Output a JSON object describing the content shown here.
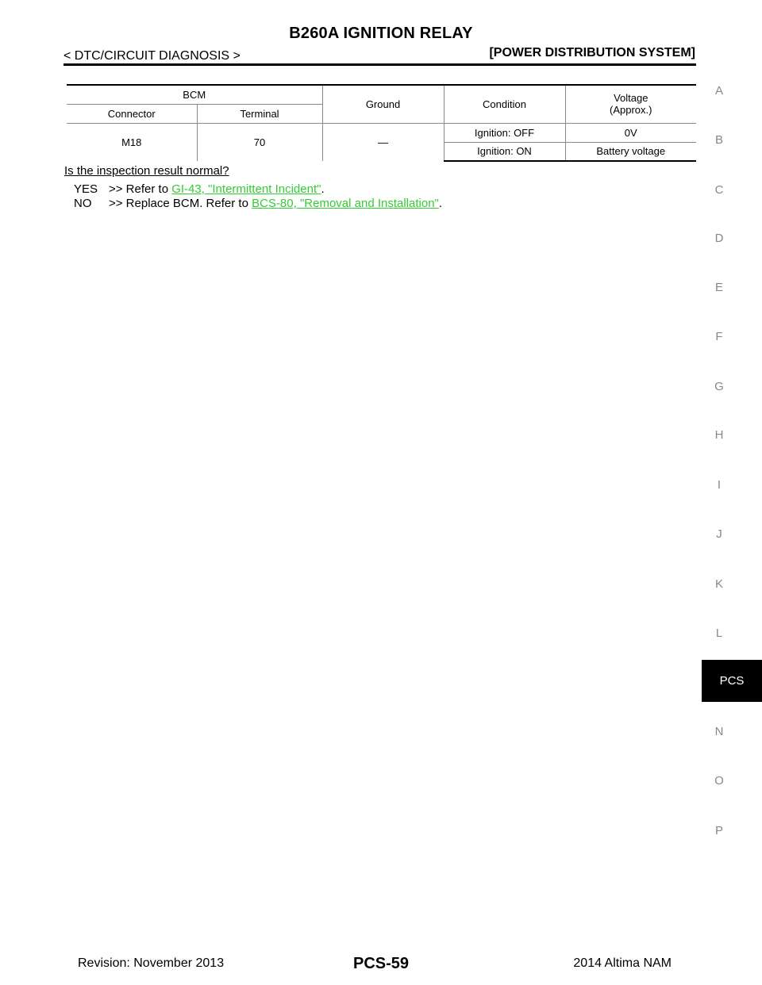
{
  "header": {
    "title": "B260A IGNITION RELAY",
    "breadcrumb": "< DTC/CIRCUIT DIAGNOSIS >",
    "system": "[POWER DISTRIBUTION SYSTEM]"
  },
  "table": {
    "group_header": "BCM",
    "col_connector": "Connector",
    "col_terminal": "Terminal",
    "col_ground": "Ground",
    "col_condition": "Condition",
    "col_voltage": "Voltage",
    "col_voltage_sub": "(Approx.)",
    "connector": "M18",
    "terminal": "70",
    "ground": "—",
    "rows": [
      {
        "condition": "Ignition: OFF",
        "voltage": "0V"
      },
      {
        "condition": "Ignition: ON",
        "voltage": "Battery voltage"
      }
    ]
  },
  "question": "Is the inspection result normal?",
  "answers": [
    {
      "key": "YES",
      "text": ">> Refer to ",
      "link": "GI-43, \"Intermittent Incident\"",
      "end": "."
    },
    {
      "key": "NO",
      "text": ">> Replace BCM. Refer to ",
      "link": "BCS-80, \"Removal and Installation\"",
      "end": "."
    }
  ],
  "side_tabs": [
    "A",
    "B",
    "C",
    "D",
    "E",
    "F",
    "G",
    "H",
    "I",
    "J",
    "K",
    "L",
    "N",
    "O",
    "P"
  ],
  "side_tab_active": "PCS",
  "footer": {
    "revision": "Revision: November 2013",
    "page": "PCS-59",
    "model": "2014 Altima NAM"
  },
  "colors": {
    "link": "#33cc33",
    "side_tab_inactive": "#888888",
    "side_tab_active_bg": "#000000"
  }
}
